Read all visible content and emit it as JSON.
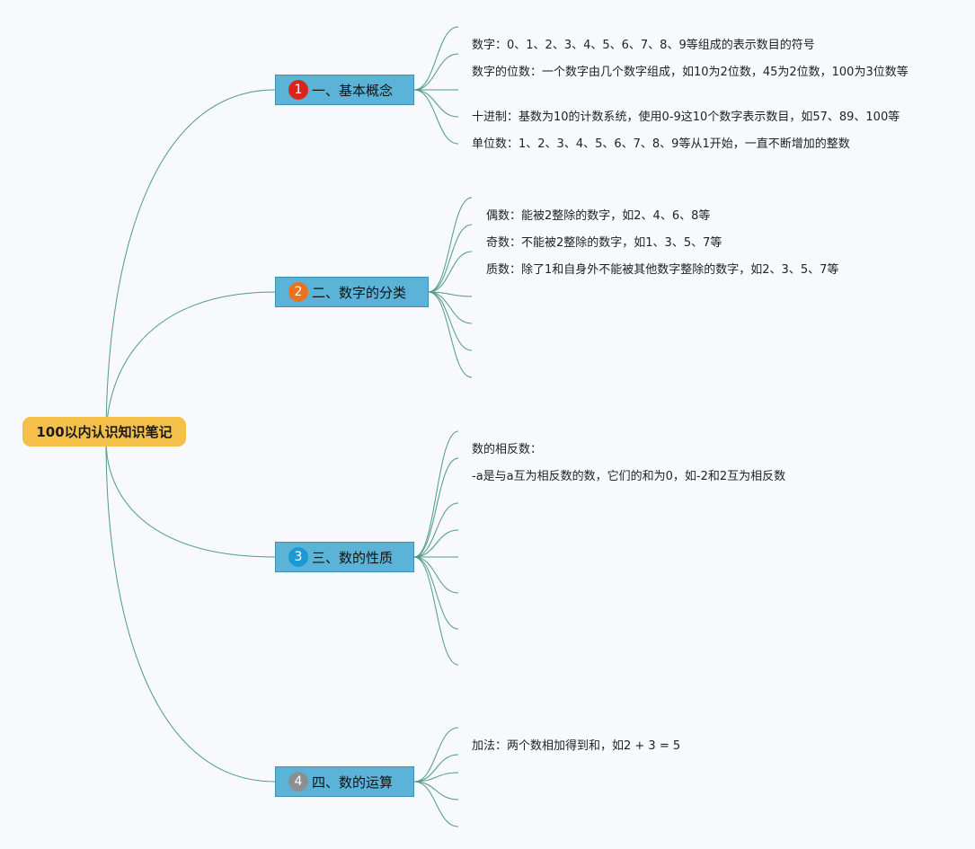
{
  "root": {
    "label": "100以内认识知识笔记",
    "color": "#f5c04a"
  },
  "branches": [
    {
      "badge": "1",
      "badge_color": "#d9261c",
      "label": "一、基本概念",
      "leaves": [
        "数字：0、1、2、3、4、5、6、7、8、9等组成的表示数目的符号",
        "数字的位数：一个数字由几个数字组成，如10为2位数，45为2位数，100为3位数等",
        "十进制：基数为10的计数系统，使用0-9这10个数字表示数目，如57、89、100等",
        "单位数：1、2、3、4、5、6、7、8、9等从1开始，一直不断增加的整数"
      ]
    },
    {
      "badge": "2",
      "badge_color": "#e8731c",
      "label": "二、数字的分类",
      "leaves": [
        "偶数：能被2整除的数字，如2、4、6、8等",
        "奇数：不能被2整除的数字，如1、3、5、7等",
        "质数：除了1和自身外不能被其他数字整除的数字，如2、3、5、7等"
      ]
    },
    {
      "badge": "3",
      "badge_color": "#1d9ad6",
      "label": "三、数的性质",
      "leaves": [
        "数的相反数：",
        "-a是与a互为相反数的数，它们的和为0，如-2和2互为相反数"
      ]
    },
    {
      "badge": "4",
      "badge_color": "#8a8f94",
      "label": "四、数的运算",
      "leaves": [
        "加法：两个数相加得到和，如2 + 3 = 5"
      ]
    }
  ],
  "link_color": "#4f9a86"
}
